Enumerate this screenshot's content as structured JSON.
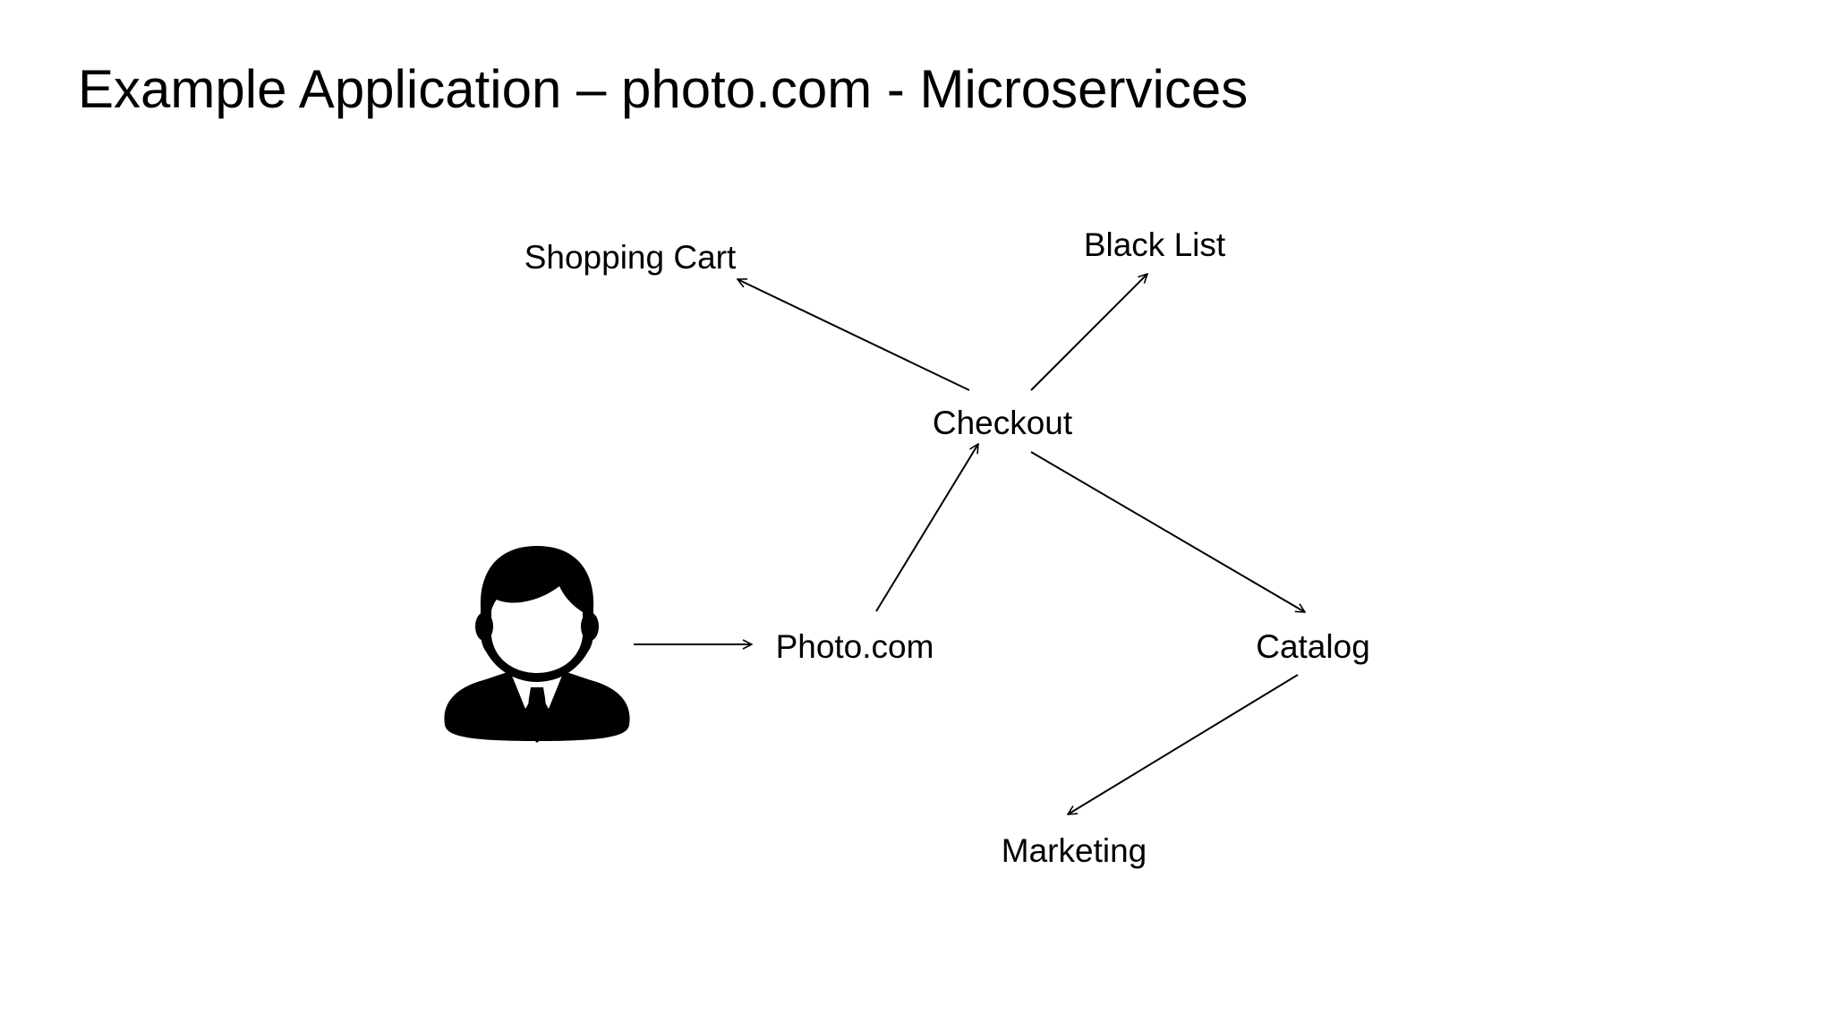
{
  "title": "Example Application – photo.com - Microservices",
  "nodes": {
    "photo": "Photo.com",
    "checkout": "Checkout",
    "shopping_cart": "Shopping Cart",
    "black_list": "Black List",
    "catalog": "Catalog",
    "marketing": "Marketing"
  },
  "edges": [
    {
      "from": "user",
      "to": "photo"
    },
    {
      "from": "photo",
      "to": "checkout"
    },
    {
      "from": "checkout",
      "to": "shopping_cart"
    },
    {
      "from": "checkout",
      "to": "black_list"
    },
    {
      "from": "checkout",
      "to": "catalog"
    },
    {
      "from": "catalog",
      "to": "marketing"
    }
  ],
  "icons": {
    "user": "user-icon"
  },
  "colors": {
    "stroke": "#000000",
    "background": "#ffffff"
  }
}
